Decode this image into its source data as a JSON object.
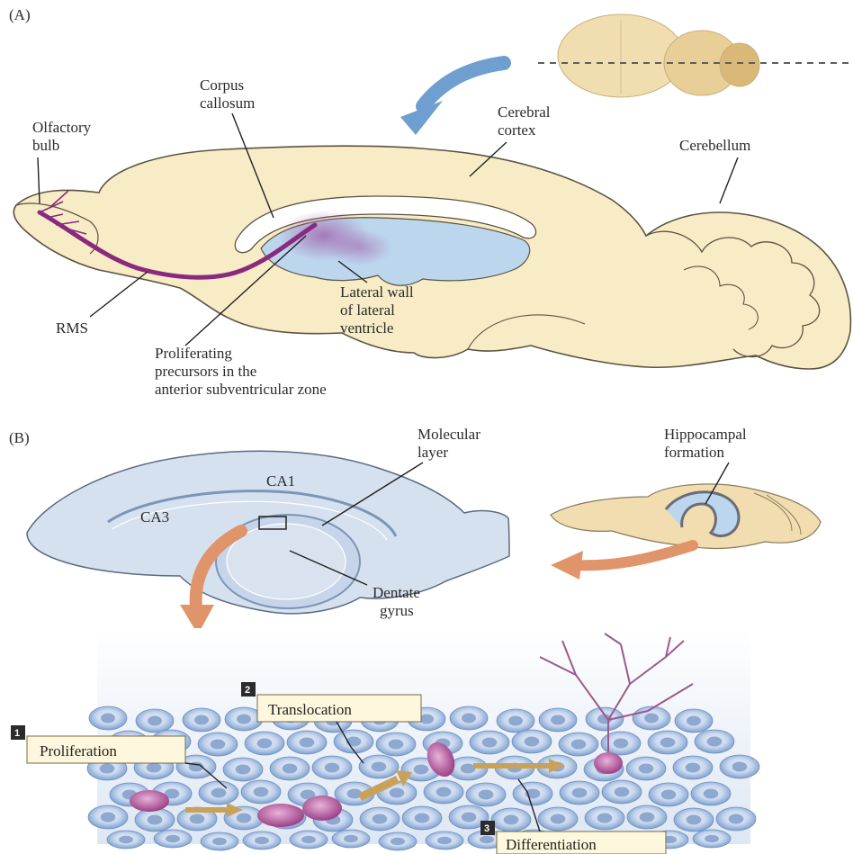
{
  "panel_a": {
    "tag": "(A)",
    "labels": {
      "olfactory_bulb": [
        "Olfactory",
        "bulb"
      ],
      "corpus_callosum": [
        "Corpus",
        "callosum"
      ],
      "cerebral_cortex": [
        "Cerebral",
        "cortex"
      ],
      "cerebellum": "Cerebellum",
      "rms": "RMS",
      "lateral_wall": [
        "Lateral wall",
        "of lateral",
        "ventricle"
      ],
      "proliferating": [
        "Proliferating",
        "precursors in the",
        "anterior subventricular zone"
      ]
    }
  },
  "panel_b": {
    "tag": "(B)",
    "labels": {
      "ca1": "CA1",
      "ca3": "CA3",
      "molecular_layer": [
        "Molecular",
        "layer"
      ],
      "dentate_gyrus": [
        "Dentate",
        "gyrus"
      ],
      "hippocampal_formation": [
        "Hippocampal",
        "formation"
      ]
    },
    "steps": [
      {
        "num": "1",
        "label": "Proliferation"
      },
      {
        "num": "2",
        "label": "Translocation"
      },
      {
        "num": "3",
        "label": "Differentiation"
      }
    ]
  },
  "colors": {
    "brain_fill": "#f8ecc6",
    "brain_stroke": "#5b5343",
    "ventricle": "#bcd6ee",
    "rms_purple": "#8a2a7e",
    "arrow_blue": "#6f9fd0",
    "arrow_orange": "#e0946a",
    "hippo_fill": "#d6e1ef",
    "cell_blue": "#7d9fcf"
  }
}
